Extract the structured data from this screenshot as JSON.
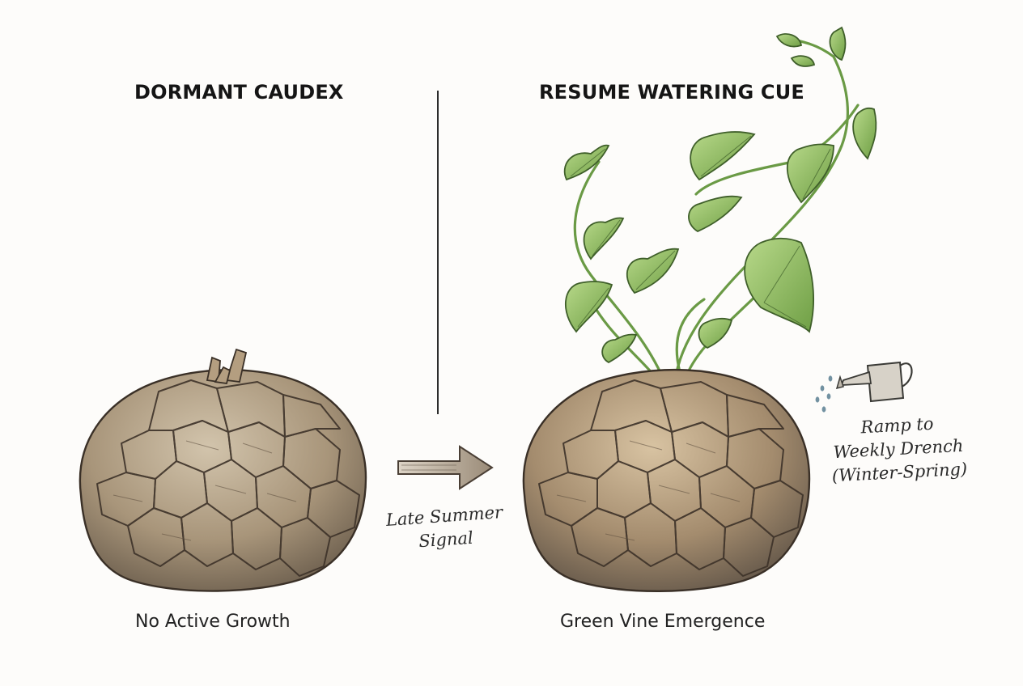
{
  "panels": {
    "left": {
      "heading": "DORMANT CAUDEX",
      "caption": "No Active Growth"
    },
    "right": {
      "heading": "RESUME WATERING CUE",
      "caption": "Green Vine Emergence"
    }
  },
  "transition": {
    "label_line1": "Late Summer",
    "label_line2": "Signal"
  },
  "watering_note": {
    "line1": "Ramp to",
    "line2": "Weekly Drench",
    "line3": "(Winter-Spring)"
  },
  "icons": [
    "dormant-caudex-icon",
    "sprouting-caudex-icon",
    "arrow-right-icon",
    "watering-can-icon",
    "vine-icon"
  ],
  "colors": {
    "background": "#fdfcfa",
    "caudex_bark": "#9c8a72",
    "caudex_dark": "#4b3f33",
    "leaf_green": "#8fbf5e",
    "leaf_dark": "#4e7a33",
    "text": "#151515"
  }
}
